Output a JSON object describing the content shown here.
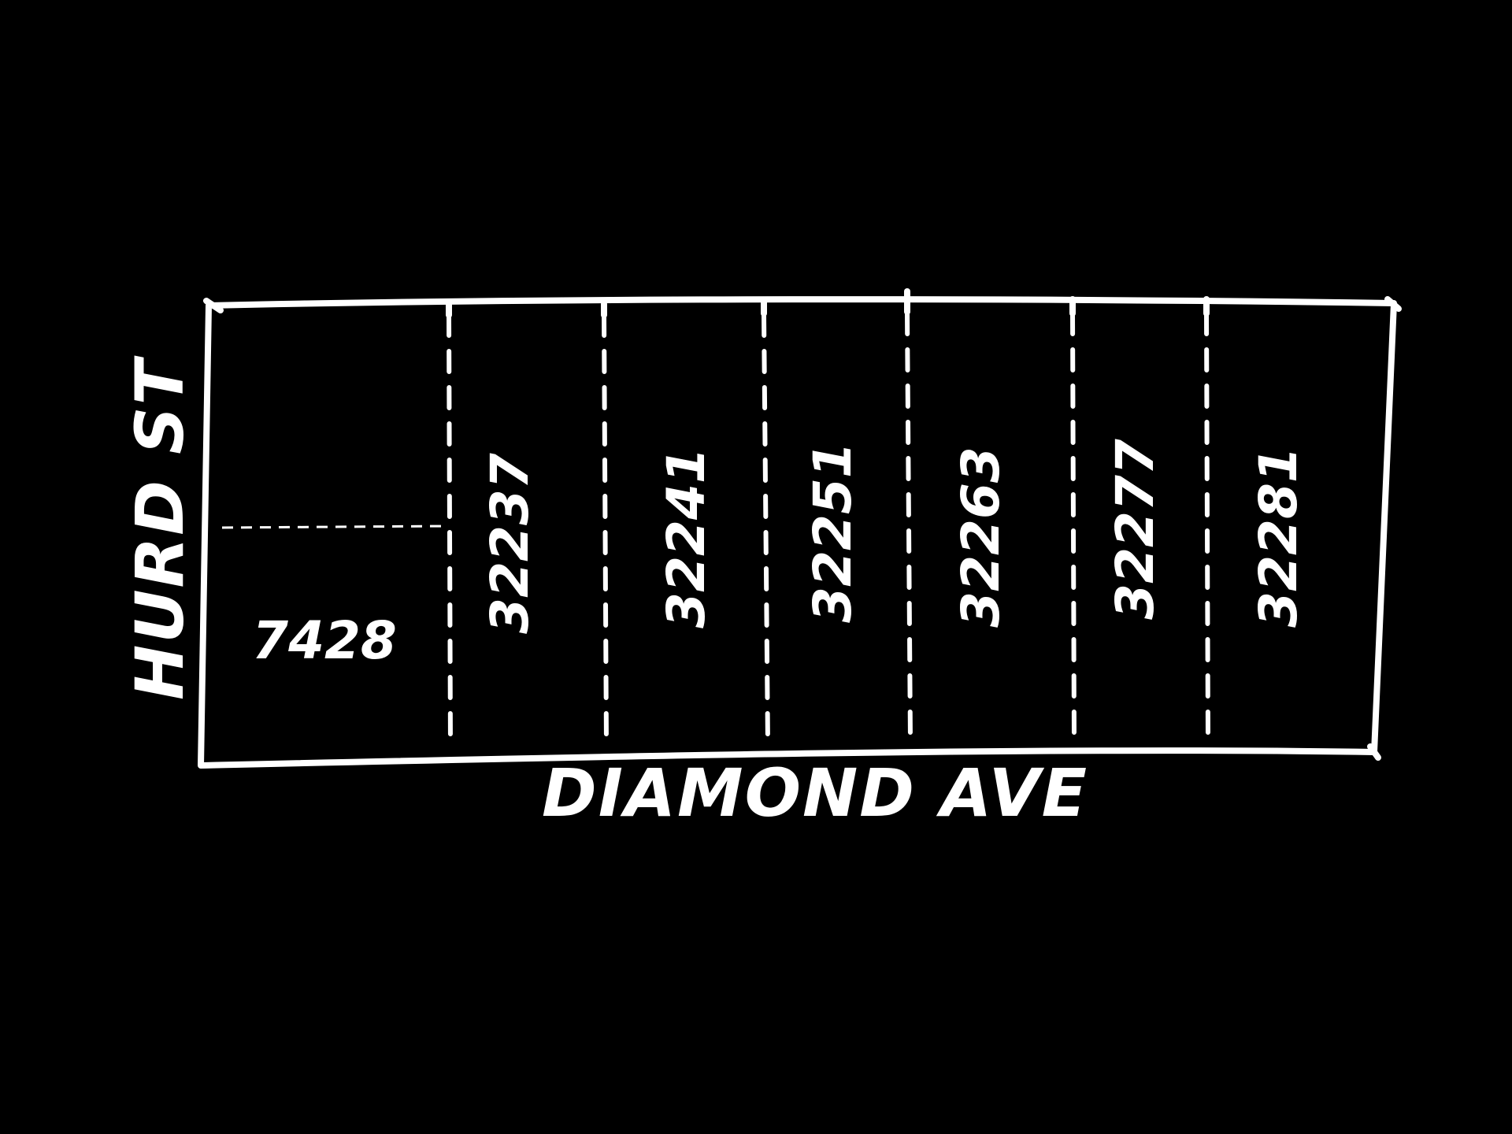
{
  "map": {
    "street_top_left": "HURD ST",
    "street_bottom": "DIAMOND AVE",
    "corner_lot": "7428",
    "lots": [
      "32237",
      "32241",
      "32251",
      "32263",
      "32277",
      "32281"
    ]
  },
  "colors": {
    "background": "#000000",
    "ink": "#ffffff"
  }
}
